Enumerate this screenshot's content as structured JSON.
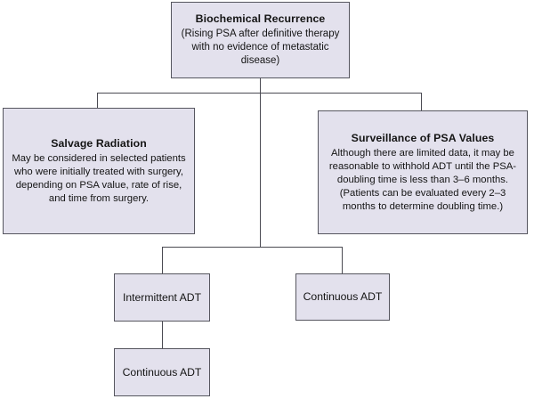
{
  "diagram": {
    "type": "flowchart",
    "title": "Biochemical Recurrence management pathway",
    "colors": {
      "node_fill": "#e3e1ed",
      "node_border": "#56565f",
      "connector": "#4a4a52",
      "background": "#ffffff",
      "text": "#141414"
    },
    "nodes": [
      {
        "id": "biochemical-recurrence",
        "title": "Biochemical Recurrence",
        "body": "(Rising PSA after definitive therapy with no evidence of metastatic disease)"
      },
      {
        "id": "salvage-radiation",
        "title": "Salvage Radiation",
        "body": "May be considered in selected patients who were initially treated with surgery, depending on PSA value, rate of rise, and time from surgery."
      },
      {
        "id": "surveillance-psa",
        "title": "Surveillance of PSA Values",
        "body": "Although there are limited data, it may be reasonable to withhold ADT until the PSA-doubling time is less than 3–6 months. (Patients can be evaluated every 2–3 months to determine doubling time.)"
      },
      {
        "id": "intermittent-adt",
        "title": "",
        "body": "Intermittent ADT"
      },
      {
        "id": "continuous-adt-right",
        "title": "",
        "body": "Continuous ADT"
      },
      {
        "id": "continuous-adt-bottom",
        "title": "",
        "body": "Continuous ADT"
      }
    ],
    "edges": [
      {
        "from": "biochemical-recurrence",
        "to": "salvage-radiation"
      },
      {
        "from": "biochemical-recurrence",
        "to": "surveillance-psa"
      },
      {
        "from": "biochemical-recurrence",
        "to": "intermittent-adt"
      },
      {
        "from": "biochemical-recurrence",
        "to": "continuous-adt-right"
      },
      {
        "from": "intermittent-adt",
        "to": "continuous-adt-bottom"
      }
    ]
  }
}
